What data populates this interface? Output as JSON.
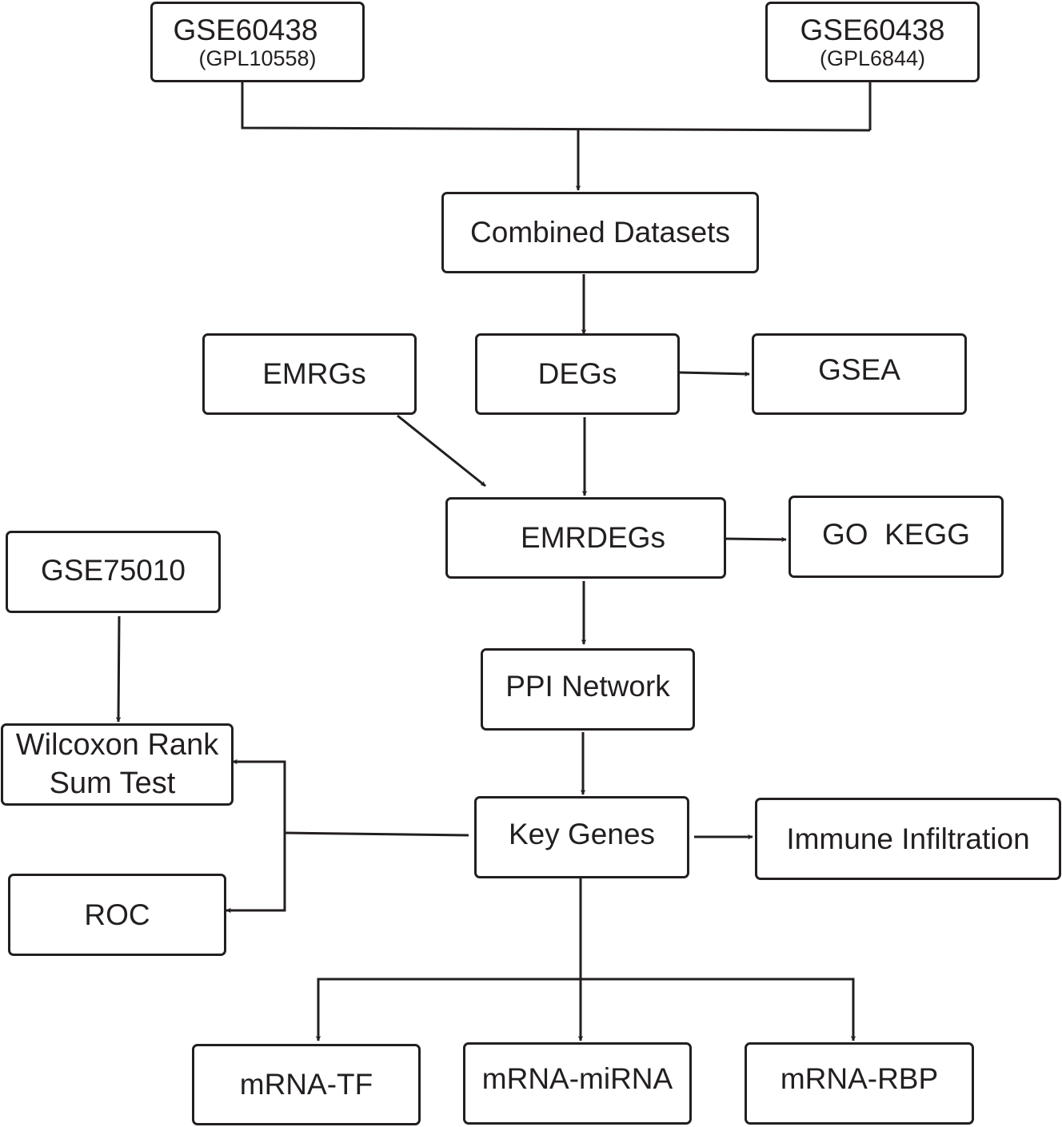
{
  "colors": {
    "stroke": "#231f20",
    "background": "#ffffff"
  },
  "nodes": {
    "gse60438_a": {
      "title": "GSE60438",
      "platform": "(GPL10558)"
    },
    "gse60438_b": {
      "title": "GSE60438",
      "platform": "(GPL6844)"
    },
    "combined": "Combined Datasets",
    "emrgs": "EMRGs",
    "degs": "DEGs",
    "gsea": "GSEA",
    "emrdegs": "EMRDEGs",
    "gokegg": "GO  KEGG",
    "gse75010": "GSE75010",
    "ppi": "PPI Network",
    "wilcoxon": {
      "line1": "Wilcoxon Rank",
      "line2": "Sum Test"
    },
    "keygenes": "Key Genes",
    "immune": "Immune Infiltration",
    "roc": "ROC",
    "mrna_tf": "mRNA-TF",
    "mrna_mirna": "mRNA-miRNA",
    "mrna_rbp": "mRNA-RBP"
  },
  "edges": [
    {
      "from": "gse60438_a",
      "to": "combined"
    },
    {
      "from": "gse60438_b",
      "to": "combined"
    },
    {
      "from": "combined",
      "to": "degs"
    },
    {
      "from": "degs",
      "to": "gsea"
    },
    {
      "from": "degs",
      "to": "emrdegs"
    },
    {
      "from": "emrgs",
      "to": "emrdegs"
    },
    {
      "from": "emrdegs",
      "to": "gokegg"
    },
    {
      "from": "emrdegs",
      "to": "ppi"
    },
    {
      "from": "ppi",
      "to": "keygenes"
    },
    {
      "from": "keygenes",
      "to": "immune"
    },
    {
      "from": "keygenes",
      "to": "wilcoxon"
    },
    {
      "from": "keygenes",
      "to": "roc"
    },
    {
      "from": "gse75010",
      "to": "wilcoxon"
    },
    {
      "from": "keygenes",
      "to": "mrna_tf"
    },
    {
      "from": "keygenes",
      "to": "mrna_mirna"
    },
    {
      "from": "keygenes",
      "to": "mrna_rbp"
    }
  ]
}
